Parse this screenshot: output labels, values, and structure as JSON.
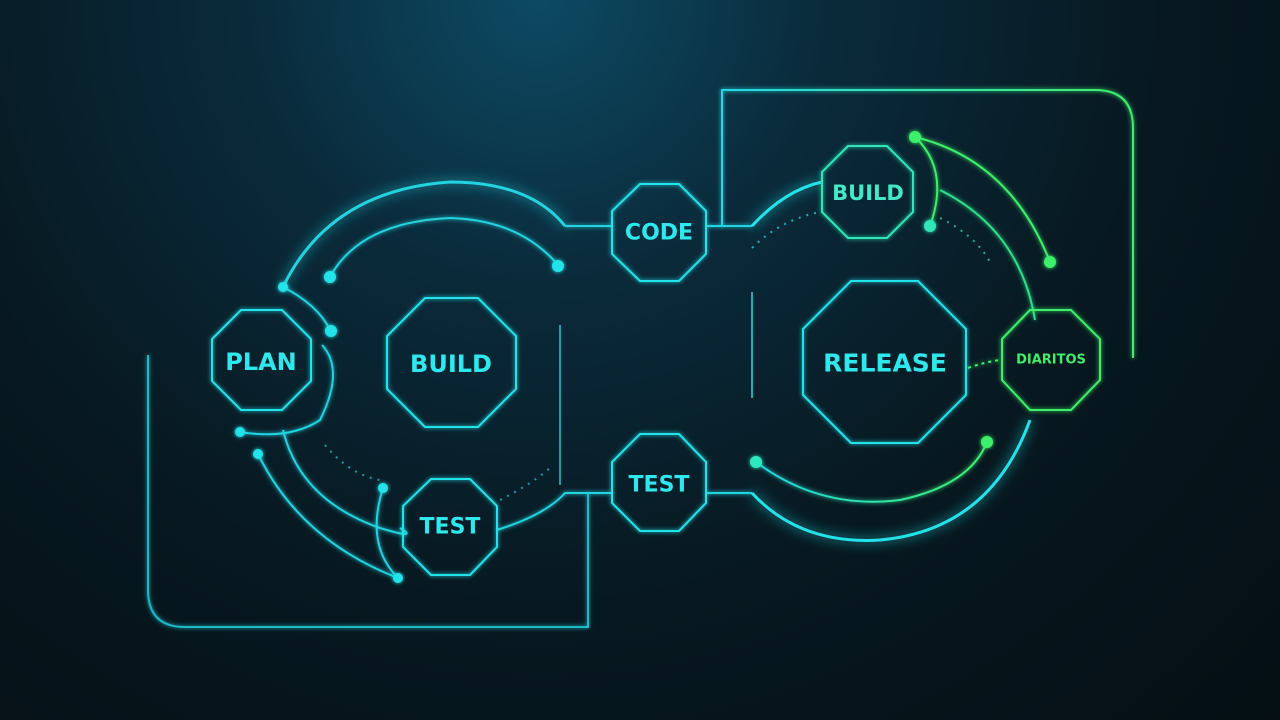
{
  "colors": {
    "cyan": "#22e3ea",
    "green": "#3ef06a",
    "teal": "#1fd6c0",
    "background": "#071820"
  },
  "nodes": {
    "plan": "PLAN",
    "build_left": "BUILD",
    "test_left": "TEST",
    "code": "CODE",
    "test_center": "TEST",
    "build_right": "BUILD",
    "release": "RELEASE",
    "side_badge": "DIARITOS"
  }
}
